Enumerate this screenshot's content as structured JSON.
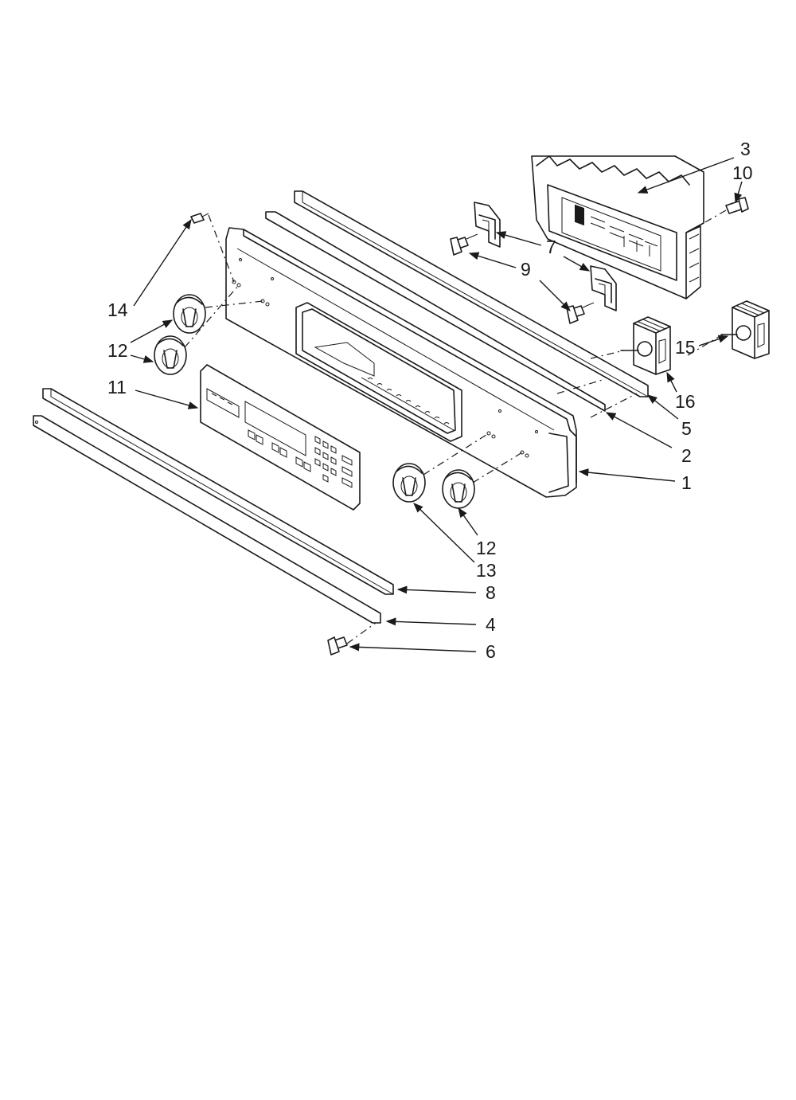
{
  "diagram": {
    "callouts": [
      {
        "id": "c3",
        "label": "3"
      },
      {
        "id": "c10",
        "label": "10"
      },
      {
        "id": "c7",
        "label": "7"
      },
      {
        "id": "c9",
        "label": "9"
      },
      {
        "id": "c14",
        "label": "14"
      },
      {
        "id": "c12a",
        "label": "12"
      },
      {
        "id": "c11",
        "label": "11"
      },
      {
        "id": "c15",
        "label": "15"
      },
      {
        "id": "c16",
        "label": "16"
      },
      {
        "id": "c5",
        "label": "5"
      },
      {
        "id": "c2",
        "label": "2"
      },
      {
        "id": "c1",
        "label": "1"
      },
      {
        "id": "c12b",
        "label": "12"
      },
      {
        "id": "c13",
        "label": "13"
      },
      {
        "id": "c8",
        "label": "8"
      },
      {
        "id": "c4",
        "label": "4"
      },
      {
        "id": "c6",
        "label": "6"
      }
    ]
  }
}
